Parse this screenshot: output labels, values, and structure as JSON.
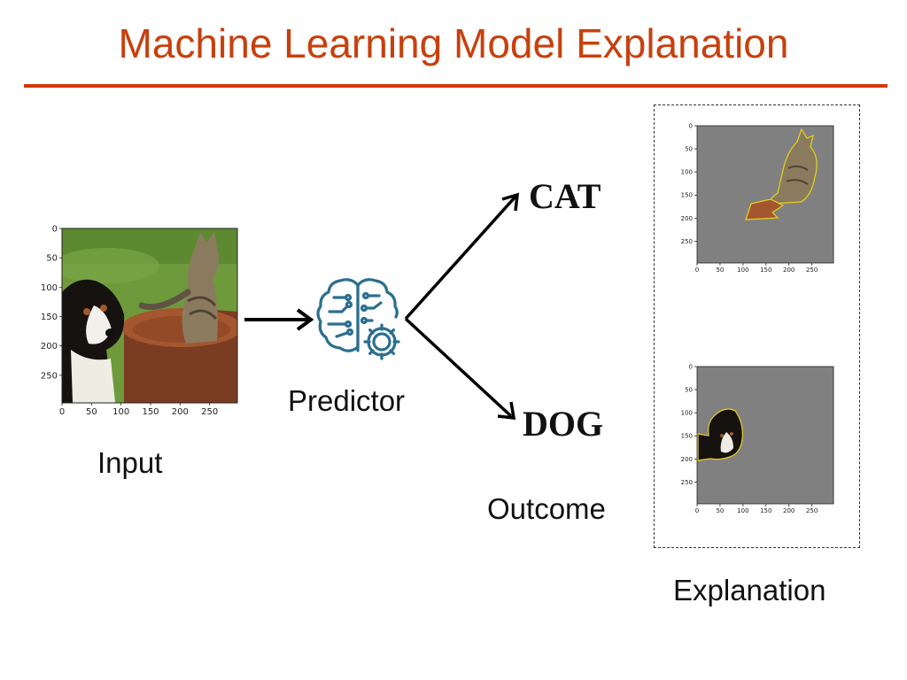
{
  "slide": {
    "title": "Machine Learning Model Explanation"
  },
  "labels": {
    "input": "Input",
    "predictor": "Predictor",
    "outcome": "Outcome",
    "explanation": "Explanation"
  },
  "outcomes": {
    "cat": "CAT",
    "dog": "DOG"
  },
  "input_plot": {
    "yticks": [
      "0",
      "50",
      "100",
      "150",
      "200",
      "250"
    ],
    "xticks": [
      "0",
      "50",
      "100",
      "150",
      "200",
      "250"
    ]
  },
  "explanation_plots": [
    {
      "yticks": [
        "0",
        "50",
        "100",
        "150",
        "200",
        "250"
      ],
      "xticks": [
        "0",
        "50",
        "100",
        "150",
        "200",
        "250"
      ]
    },
    {
      "yticks": [
        "0",
        "50",
        "100",
        "150",
        "200",
        "250"
      ],
      "xticks": [
        "0",
        "50",
        "100",
        "150",
        "200",
        "250"
      ]
    }
  ],
  "icons": {
    "predictor": "brain-gear-icon"
  },
  "colors": {
    "title": "#c8400d",
    "rule": "#d4380a",
    "predictor_icon": "#2a6f8f",
    "mask_gray": "#808080",
    "superpixel_edge": "#e8d21a"
  }
}
